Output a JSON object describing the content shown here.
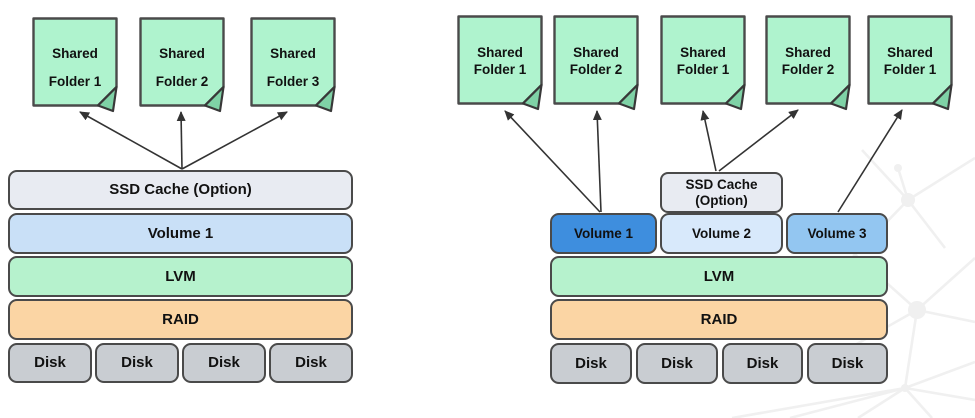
{
  "colors": {
    "note_green": "#aff3ce",
    "fold_green": "#7fd2a6",
    "ssd_gray": "#e8ebf2",
    "volume_light_blue": "#c9e0f7",
    "lvm_green": "#b6f2cd",
    "raid_orange": "#fbd5a4",
    "disk_gray": "#c9cdd2",
    "volume1_blue": "#3e8ede",
    "volume2_pale_blue": "#d8e9fb",
    "volume3_mid_blue": "#93c6f1",
    "border_dark": "#4a4a4a",
    "arrow_dark": "#333333",
    "pattern_gray": "#f0f0f0"
  },
  "left": {
    "folders": [
      {
        "line1": "Shared",
        "line2": "Folder 1"
      },
      {
        "line1": "Shared",
        "line2": "Folder 2"
      },
      {
        "line1": "Shared",
        "line2": "Folder 3"
      }
    ],
    "stack": {
      "ssd_cache": "SSD Cache (Option)",
      "volume": "Volume 1",
      "lvm": "LVM",
      "raid": "RAID",
      "disks": [
        "Disk",
        "Disk",
        "Disk",
        "Disk"
      ]
    }
  },
  "right": {
    "folders": [
      {
        "line1": "Shared",
        "line2": "Folder 1"
      },
      {
        "line1": "Shared",
        "line2": "Folder 2"
      },
      {
        "line1": "Shared",
        "line2": "Folder 1"
      },
      {
        "line1": "Shared",
        "line2": "Folder 2"
      },
      {
        "line1": "Shared",
        "line2": "Folder 1"
      }
    ],
    "ssd_cache": {
      "line1": "SSD Cache",
      "line2": "(Option)"
    },
    "volumes": [
      "Volume 1",
      "Volume 2",
      "Volume 3"
    ],
    "lvm": "LVM",
    "raid": "RAID",
    "disks": [
      "Disk",
      "Disk",
      "Disk",
      "Disk"
    ]
  }
}
